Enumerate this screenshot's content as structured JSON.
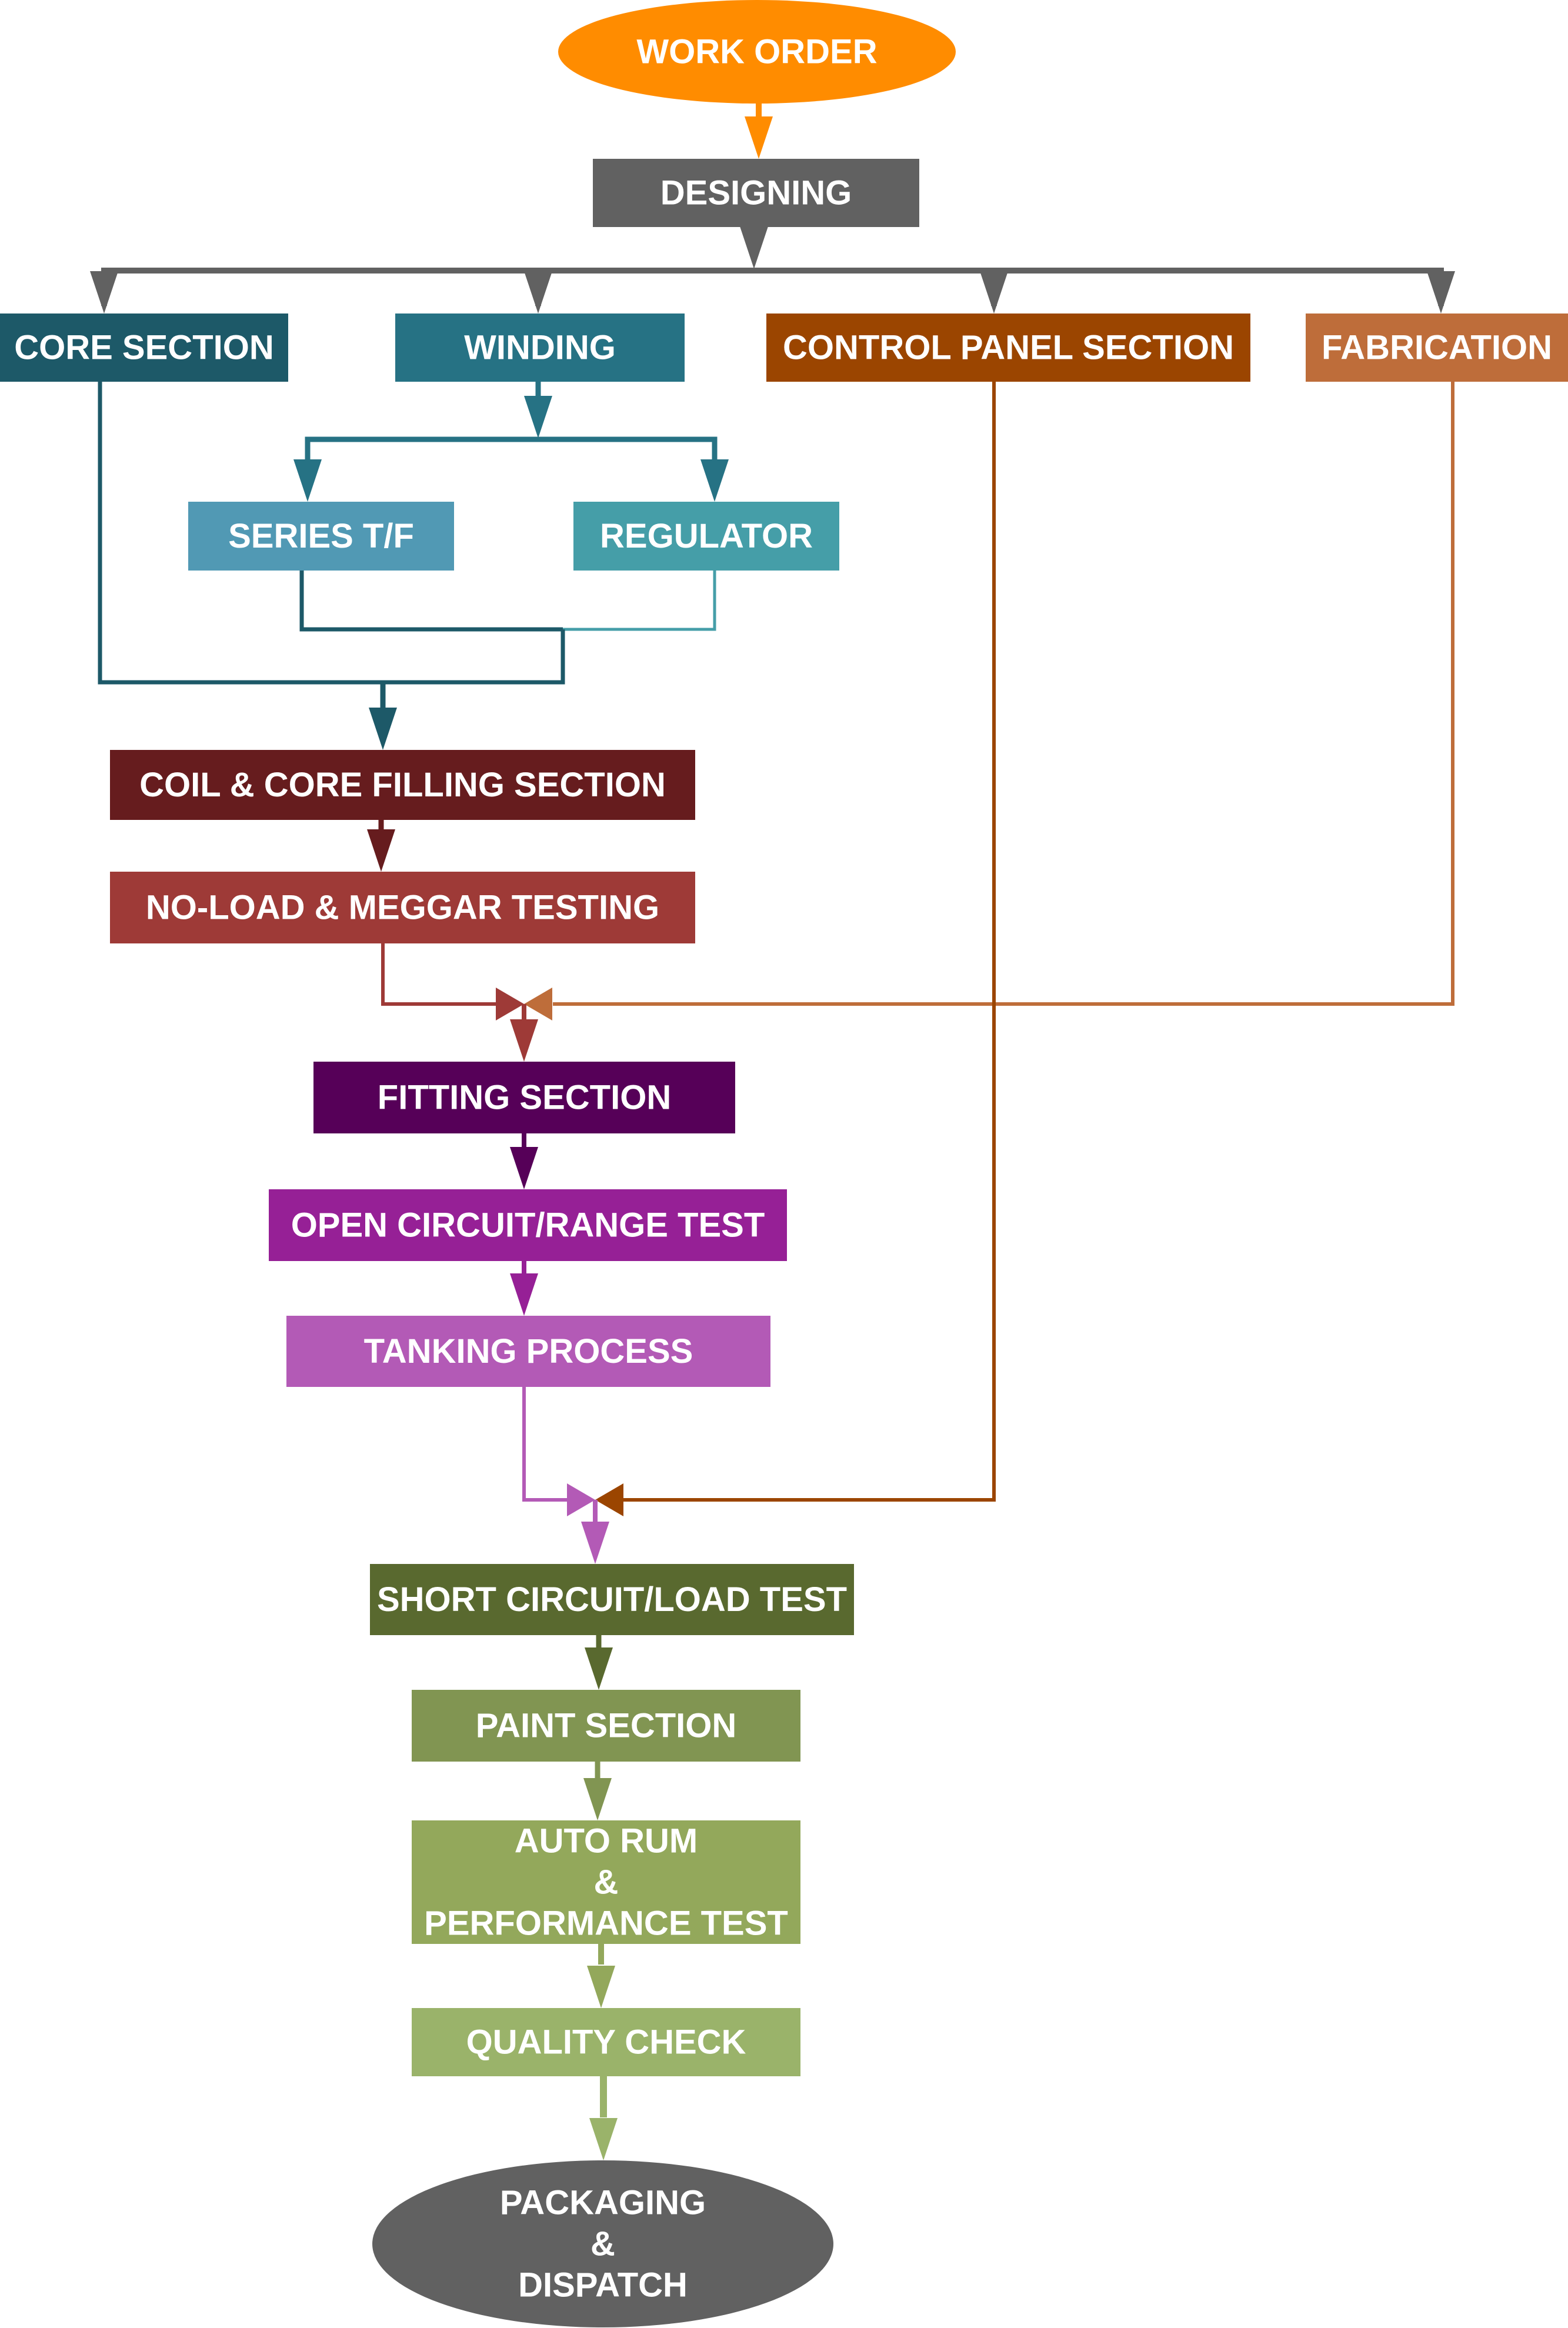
{
  "diagram": {
    "type": "flowchart",
    "nodes": [
      {
        "id": "work_order",
        "label": [
          "WORK ORDER"
        ],
        "shape": "ellipse",
        "color": "#FF8C00"
      },
      {
        "id": "designing",
        "label": [
          "DESIGNING"
        ],
        "shape": "rect",
        "color": "#616161"
      },
      {
        "id": "core_section",
        "label": [
          "CORE SECTION"
        ],
        "shape": "rect",
        "color": "#1D5968"
      },
      {
        "id": "winding",
        "label": [
          "WINDING"
        ],
        "shape": "rect",
        "color": "#267284"
      },
      {
        "id": "control_panel",
        "label": [
          "CONTROL PANEL SECTION"
        ],
        "shape": "rect",
        "color": "#9B4500"
      },
      {
        "id": "fabrication",
        "label": [
          "FABRICATION"
        ],
        "shape": "rect",
        "color": "#BE6D3A"
      },
      {
        "id": "series_tf",
        "label": [
          "SERIES T/F"
        ],
        "shape": "rect",
        "color": "#5199B4"
      },
      {
        "id": "regulator",
        "label": [
          "REGULATOR"
        ],
        "shape": "rect",
        "color": "#459EA8"
      },
      {
        "id": "coil_core",
        "label": [
          "COIL & CORE FILLING SECTION"
        ],
        "shape": "rect",
        "color": "#661C1E"
      },
      {
        "id": "no_load",
        "label": [
          "NO-LOAD & MEGGAR TESTING"
        ],
        "shape": "rect",
        "color": "#9E3A37"
      },
      {
        "id": "fitting",
        "label": [
          "FITTING SECTION"
        ],
        "shape": "rect",
        "color": "#560058"
      },
      {
        "id": "open_circuit",
        "label": [
          "OPEN CIRCUIT/RANGE TEST"
        ],
        "shape": "rect",
        "color": "#962096"
      },
      {
        "id": "tanking",
        "label": [
          "TANKING PROCESS"
        ],
        "shape": "rect",
        "color": "#B35AB6"
      },
      {
        "id": "short_circuit",
        "label": [
          "SHORT CIRCUIT/LOAD TEST"
        ],
        "shape": "rect",
        "color": "#59692F"
      },
      {
        "id": "paint",
        "label": [
          "PAINT SECTION"
        ],
        "shape": "rect",
        "color": "#819552"
      },
      {
        "id": "auto_rum",
        "label": [
          "AUTO RUM",
          "&",
          "PERFORMANCE TEST"
        ],
        "shape": "rect",
        "color": "#93A85B"
      },
      {
        "id": "quality",
        "label": [
          "QUALITY CHECK"
        ],
        "shape": "rect",
        "color": "#9AB36A"
      },
      {
        "id": "packaging",
        "label": [
          "PACKAGING",
          "&",
          "DISPATCH"
        ],
        "shape": "ellipse",
        "color": "#616161"
      }
    ],
    "edges": [
      {
        "from": "work_order",
        "to": "designing"
      },
      {
        "from": "designing",
        "to": "core_section"
      },
      {
        "from": "designing",
        "to": "winding"
      },
      {
        "from": "designing",
        "to": "control_panel"
      },
      {
        "from": "designing",
        "to": "fabrication"
      },
      {
        "from": "winding",
        "to": "series_tf"
      },
      {
        "from": "winding",
        "to": "regulator"
      },
      {
        "from": "core_section",
        "to": "coil_core"
      },
      {
        "from": "series_tf",
        "to": "coil_core"
      },
      {
        "from": "regulator",
        "to": "coil_core"
      },
      {
        "from": "coil_core",
        "to": "no_load"
      },
      {
        "from": "no_load",
        "to": "fitting"
      },
      {
        "from": "fabrication",
        "to": "fitting"
      },
      {
        "from": "fitting",
        "to": "open_circuit"
      },
      {
        "from": "open_circuit",
        "to": "tanking"
      },
      {
        "from": "tanking",
        "to": "short_circuit"
      },
      {
        "from": "control_panel",
        "to": "short_circuit"
      },
      {
        "from": "short_circuit",
        "to": "paint"
      },
      {
        "from": "paint",
        "to": "auto_rum"
      },
      {
        "from": "auto_rum",
        "to": "quality"
      },
      {
        "from": "quality",
        "to": "packaging"
      }
    ]
  }
}
